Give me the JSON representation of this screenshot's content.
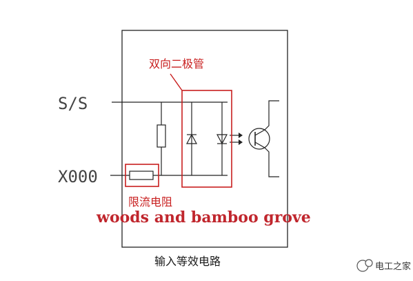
{
  "diagram": {
    "terminals": {
      "ss": "S/S",
      "x000": "X000"
    },
    "annotations": {
      "bidirectional_diode": "双向二极管",
      "current_limit_resistor": "限流电阻"
    },
    "caption": "输入等效电路",
    "watermark": "woods and bamboo grove",
    "brand": "电工之家",
    "colors": {
      "line": "#222222",
      "annotation": "#c81e1e",
      "watermark": "#c0262d"
    }
  }
}
